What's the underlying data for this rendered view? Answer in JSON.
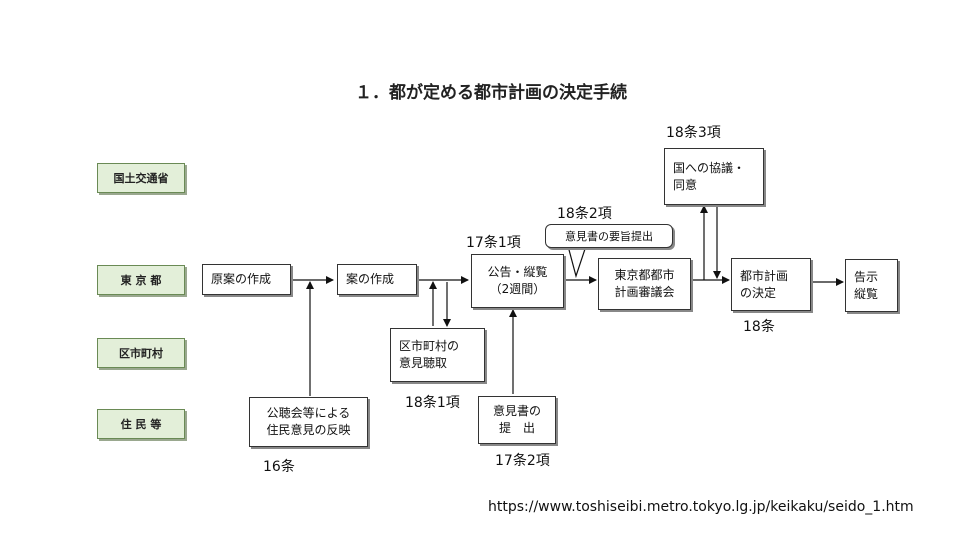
{
  "title": "１．都が定める都市計画の決定手続",
  "lanes": {
    "mlit": "国土交通省",
    "tokyo": "東 京 都",
    "wards": "区市町村",
    "residents": "住 民 等"
  },
  "boxes": {
    "draft_prep": "原案の作成",
    "plan_prep": "案の作成",
    "notice": [
      "公告・縦覧",
      "（2週間）"
    ],
    "council": [
      "東京都都市",
      "計画審議会"
    ],
    "decision": [
      "都市計画",
      "の決定"
    ],
    "announce": [
      "告示",
      "縦覧"
    ],
    "mlit_consult": [
      "国への協議・",
      "同意"
    ],
    "ward_hearing": [
      "区市町村の",
      "意見聴取"
    ],
    "hearing_reflect": [
      "公聴会等による",
      "住民意見の反映"
    ],
    "opinion_submit": [
      "意見書の",
      "提　出"
    ],
    "opinion_summary": "意見書の要旨提出"
  },
  "refs": {
    "art16": "16条",
    "art17_1": "17条1項",
    "art17_2": "17条2項",
    "art18_1": "18条1項",
    "art18_2": "18条2項",
    "art18_3": "18条3項",
    "art18": "18条"
  },
  "source_url": "https://www.toshiseibi.metro.tokyo.lg.jp/keikaku/seido_1.htm"
}
